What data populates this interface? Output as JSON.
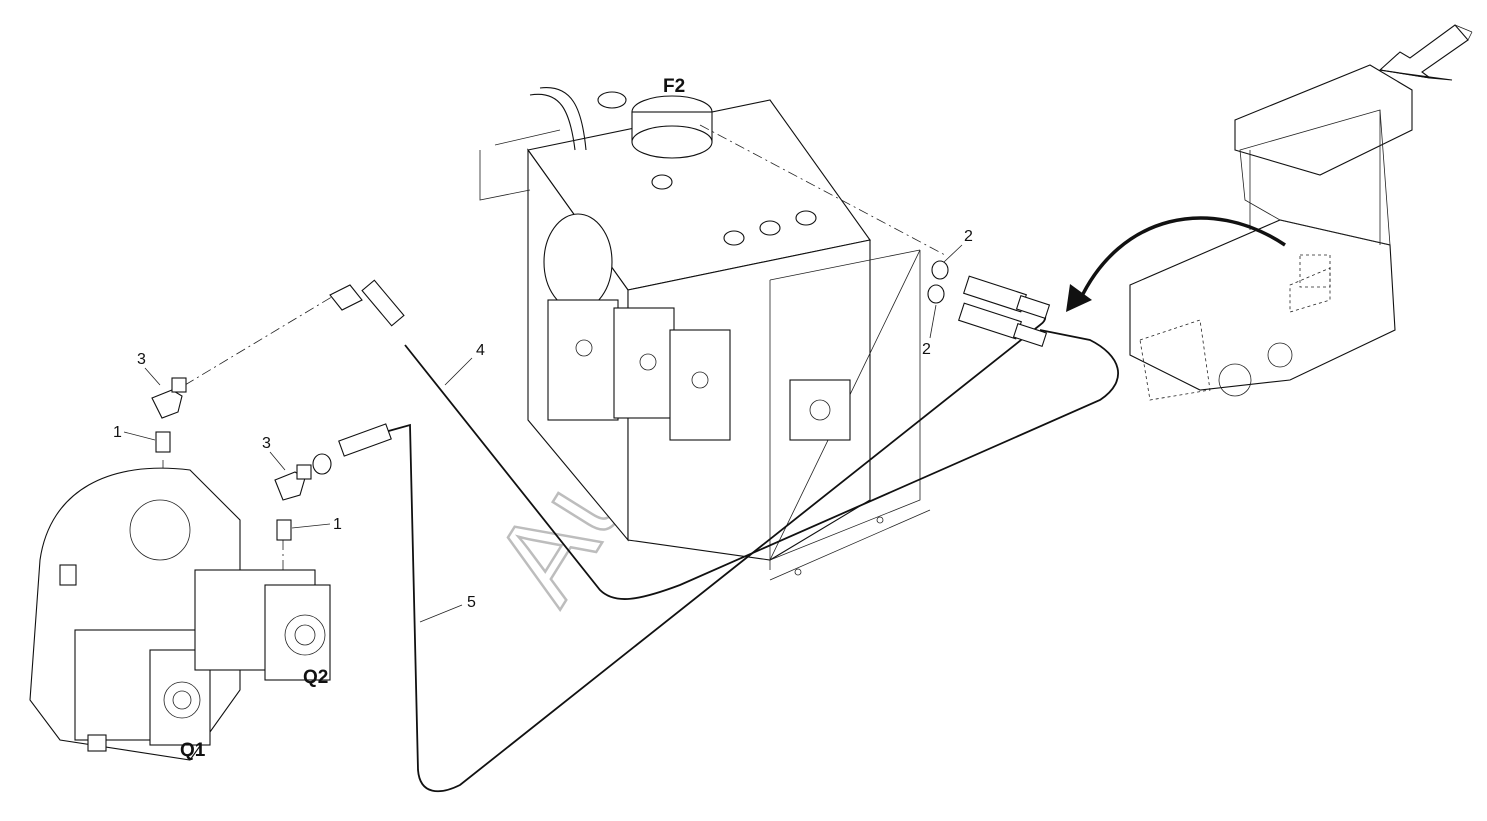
{
  "watermark": "AutoSoft",
  "labels": {
    "f2": "F2",
    "q1": "Q1",
    "q2": "Q2",
    "item1a": "1",
    "item1b": "1",
    "item2a": "2",
    "item2b": "2",
    "item3a": "3",
    "item3b": "3",
    "item4": "4",
    "item5": "5"
  },
  "icons": [
    "view-direction-arrow-icon",
    "curved-location-arrow-icon"
  ]
}
